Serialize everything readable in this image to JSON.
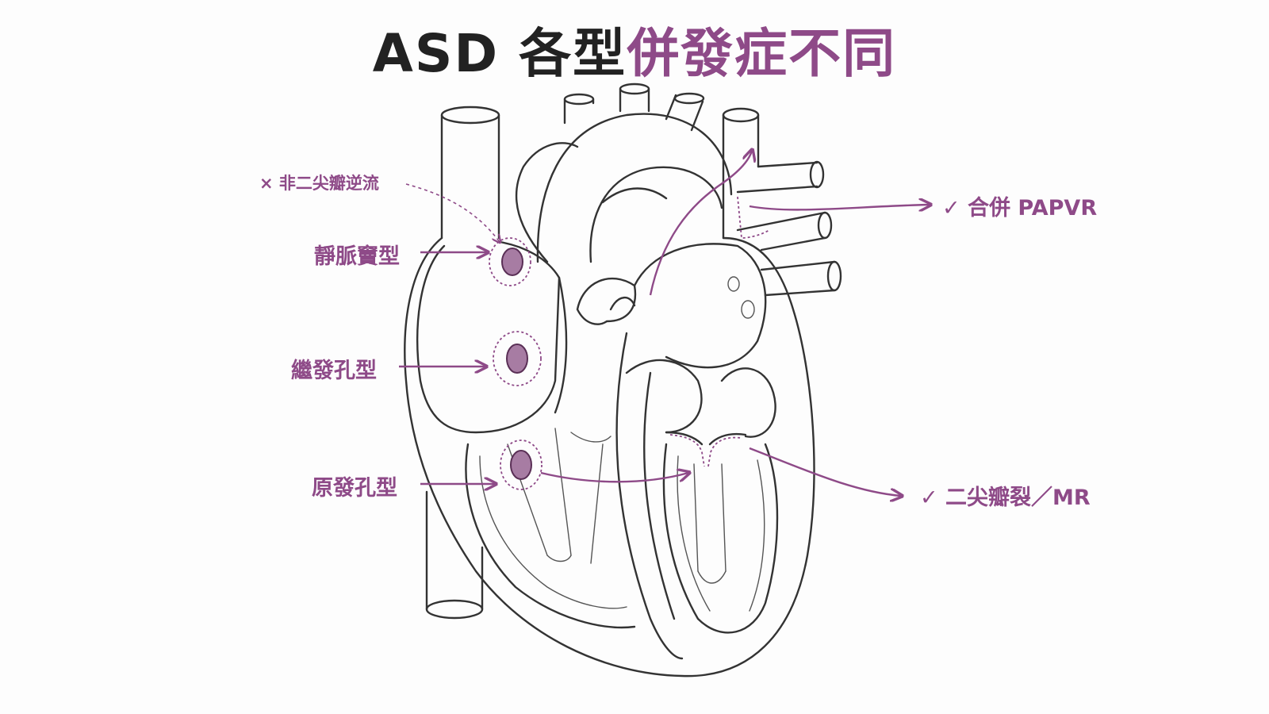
{
  "title": {
    "part_dark": "ASD 各型",
    "part_accent": "併發症不同"
  },
  "colors": {
    "accent": "#8e4a88",
    "title_dark": "#222222",
    "line": "#333333",
    "defect_fill": "#a77ca3"
  },
  "labels": {
    "no_mr": "× 非二尖瓣逆流",
    "sinus_venosus": "靜脈竇型",
    "secundum": "繼發孔型",
    "primum": "原發孔型",
    "papvr": "✓ 合併 PAPVR",
    "cleft_mr": "✓ 二尖瓣裂／MR"
  }
}
